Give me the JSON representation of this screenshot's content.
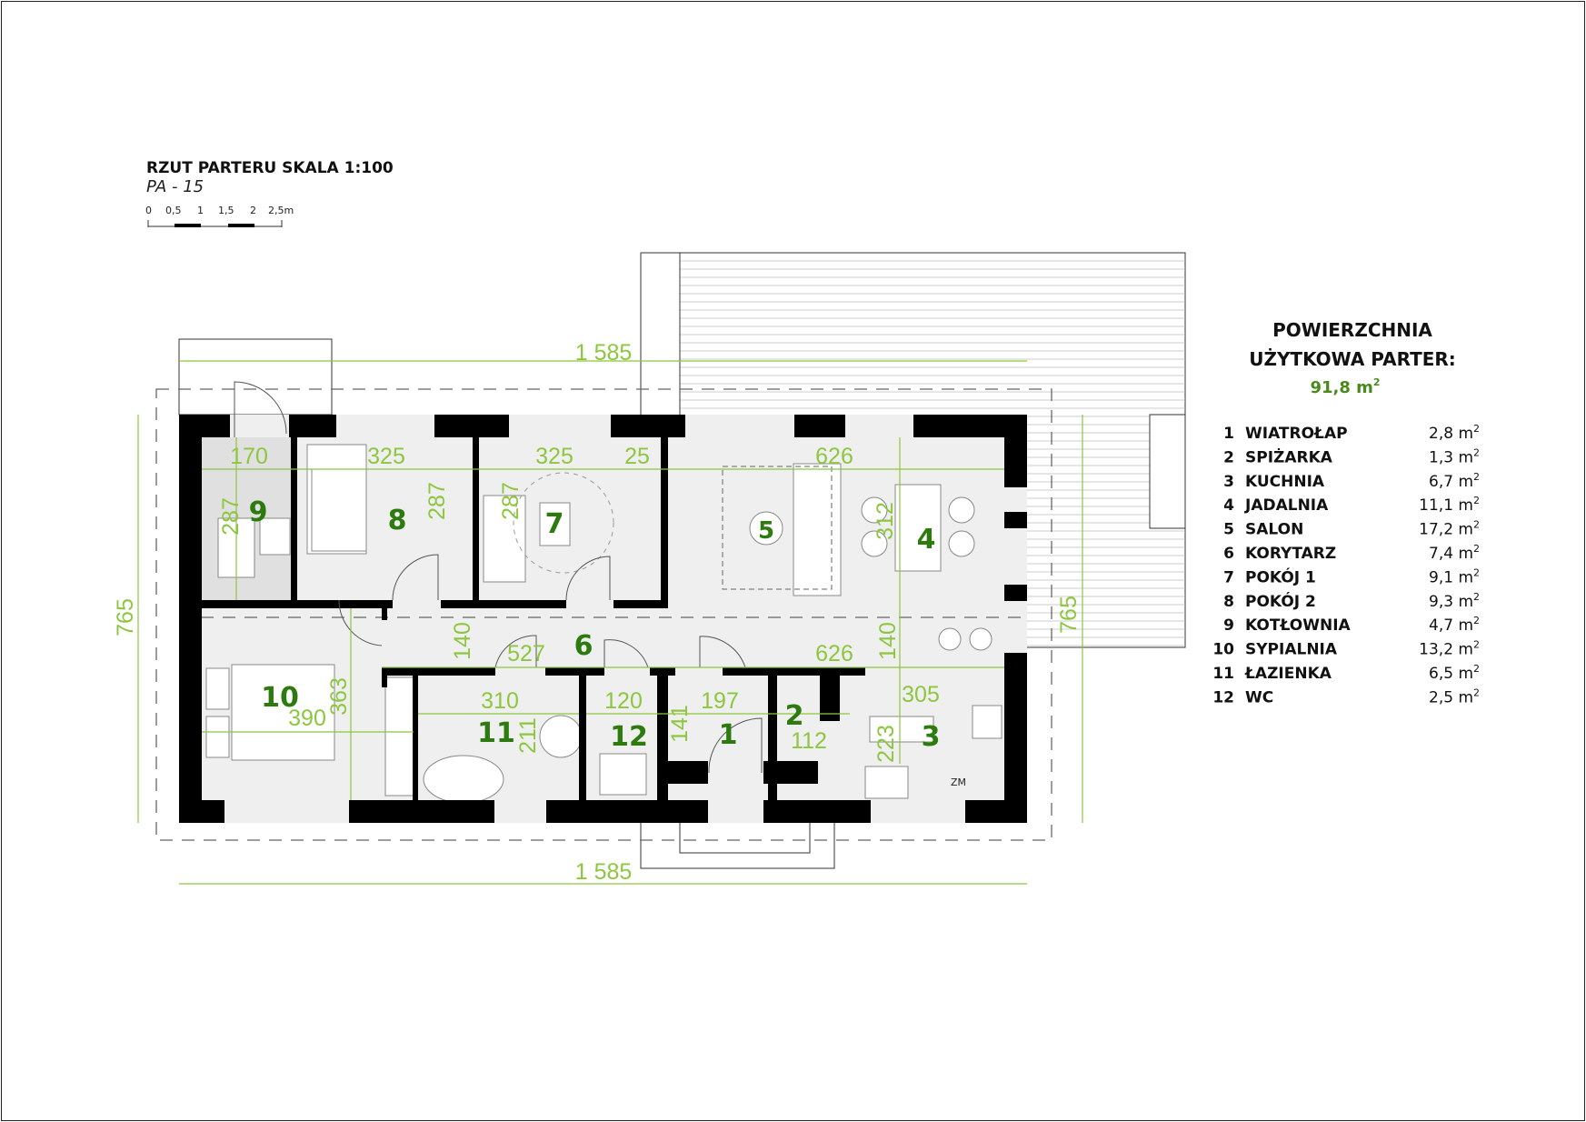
{
  "header": {
    "title": "RZUT PARTERU SKALA 1:100",
    "subtitle": "PA - 15",
    "scale_labels": [
      "0",
      "0,5",
      "1",
      "1,5",
      "2",
      "2,5m"
    ]
  },
  "legend": {
    "title_line1": "POWIERZCHNIA",
    "title_line2": "UŻYTKOWA PARTER:",
    "total": "91,8 m",
    "unit_sup": "2",
    "rooms": [
      {
        "num": "1",
        "name": "WIATROŁAP",
        "area": "2,8 m"
      },
      {
        "num": "2",
        "name": "SPIŻARKA",
        "area": "1,3 m"
      },
      {
        "num": "3",
        "name": "KUCHNIA",
        "area": "6,7 m"
      },
      {
        "num": "4",
        "name": "JADALNIA",
        "area": "11,1 m"
      },
      {
        "num": "5",
        "name": "SALON",
        "area": "17,2 m"
      },
      {
        "num": "6",
        "name": "KORYTARZ",
        "area": "7,4 m"
      },
      {
        "num": "7",
        "name": "POKÓJ 1",
        "area": "9,1 m"
      },
      {
        "num": "8",
        "name": "POKÓJ 2",
        "area": "9,3 m"
      },
      {
        "num": "9",
        "name": "KOTŁOWNIA",
        "area": "4,7 m"
      },
      {
        "num": "10",
        "name": "SYPIALNIA",
        "area": "13,2 m"
      },
      {
        "num": "11",
        "name": "ŁAZIENKA",
        "area": "6,5 m"
      },
      {
        "num": "12",
        "name": "WC",
        "area": "2,5 m"
      }
    ]
  },
  "plan": {
    "overall_width": "1 585",
    "overall_depth": "765",
    "dims": [
      "170",
      "325",
      "287",
      "287",
      "325",
      "25",
      "287",
      "626",
      "312",
      "140",
      "527",
      "626",
      "140",
      "390",
      "363",
      "310",
      "211",
      "120",
      "141",
      "197",
      "112",
      "305",
      "223"
    ],
    "room_numbers": [
      "1",
      "2",
      "3",
      "4",
      "5",
      "6",
      "7",
      "8",
      "9",
      "10",
      "11",
      "12"
    ],
    "appliance_label": "ZM"
  },
  "colors": {
    "accent_green": "#2d7a0f",
    "dimension_green": "#8dc63f"
  }
}
